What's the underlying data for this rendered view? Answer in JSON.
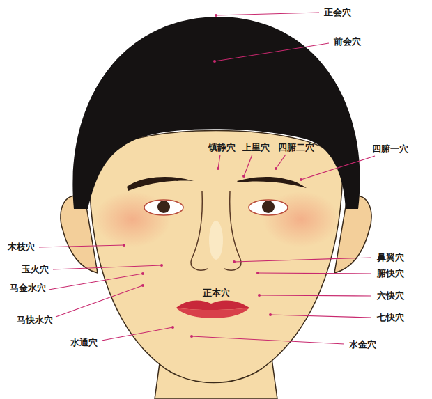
{
  "diagram": {
    "labels": [
      "正会穴",
      "前会穴",
      "镇静穴",
      "上里穴",
      "四腑二穴",
      "四腑一穴",
      "木枝穴",
      "鼻翼穴",
      "玉火穴",
      "腑快穴",
      "马金水穴",
      "正本穴",
      "六快穴",
      "马快水穴",
      "七快穴",
      "水通穴",
      "水金穴"
    ]
  }
}
